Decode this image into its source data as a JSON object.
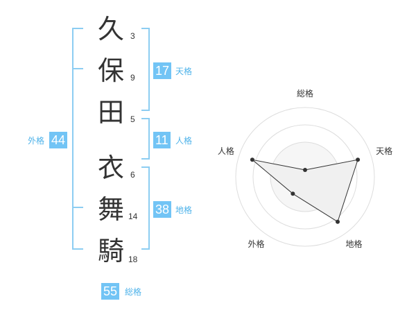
{
  "name_chars": [
    "久",
    "保",
    "田",
    "衣",
    "舞",
    "騎"
  ],
  "stroke_counts": [
    "3",
    "9",
    "5",
    "6",
    "14",
    "18"
  ],
  "fortune": {
    "tenkaku": {
      "value": "17",
      "label": "天格"
    },
    "jinkaku": {
      "value": "11",
      "label": "人格"
    },
    "chikaku": {
      "value": "38",
      "label": "地格"
    },
    "gaikaku": {
      "value": "44",
      "label": "外格"
    },
    "soukaku": {
      "value": "55",
      "label": "総格"
    }
  },
  "chart_data": {
    "type": "radar",
    "axes": [
      "総格",
      "天格",
      "地格",
      "外格",
      "人格"
    ],
    "values": [
      0.1,
      0.8,
      0.8,
      0.3,
      0.8
    ],
    "max": 1,
    "rings": 4,
    "grid": true
  },
  "colors": {
    "accent": "#72c4f5",
    "bracket": "#8ccdf2",
    "label": "#4fb3ea",
    "text": "#333333",
    "ring": "#dddddd",
    "fill": "#f0f0f0"
  }
}
